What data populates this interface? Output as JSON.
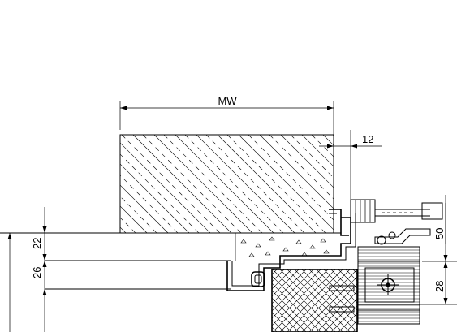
{
  "dimensions": {
    "mw": "MW",
    "gap": "12",
    "upper_left": "22",
    "lower_left": "26",
    "right_upper": "50",
    "right_lower": "28"
  },
  "colors": {
    "line": "#000000",
    "background": "#ffffff"
  }
}
